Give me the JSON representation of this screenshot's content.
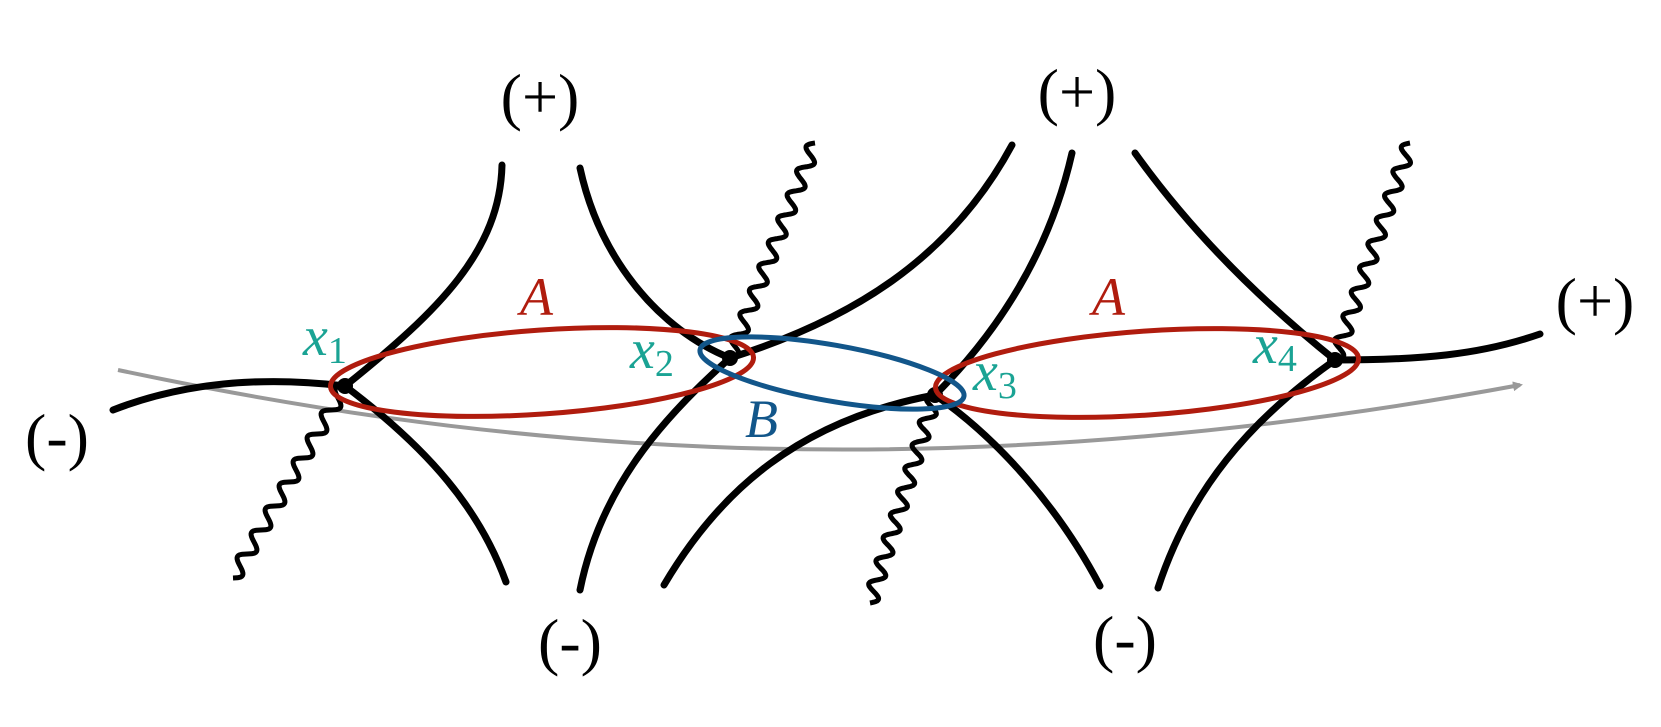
{
  "colors": {
    "region_a": "#b01c0e",
    "region_b": "#12568a",
    "points": "#1aa394",
    "flow_arrow": "#999999",
    "lines": "#000000"
  },
  "sign_labels": {
    "plus_top_left": "(+)",
    "plus_top_right": "(+)",
    "plus_right": "(+)",
    "minus_left": "(-)",
    "minus_bottom_left": "(-)",
    "minus_bottom_right": "(-)"
  },
  "regions": {
    "a_left": "A",
    "a_right": "A",
    "b": "B"
  },
  "points": [
    {
      "symbol": "x",
      "index": "1"
    },
    {
      "symbol": "x",
      "index": "2"
    },
    {
      "symbol": "x",
      "index": "3"
    },
    {
      "symbol": "x",
      "index": "4"
    }
  ]
}
